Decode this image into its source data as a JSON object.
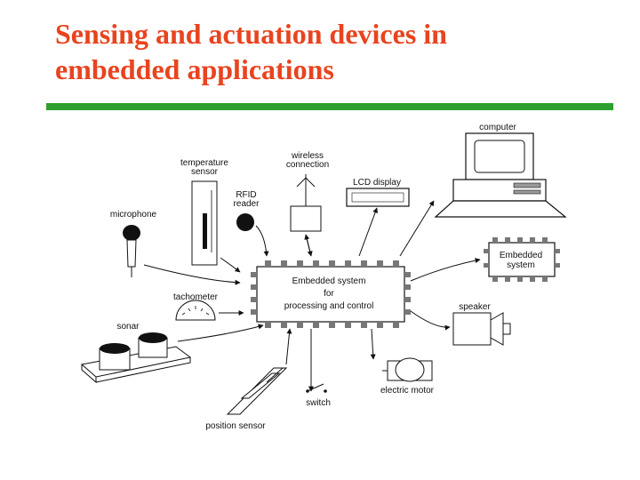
{
  "slide": {
    "title_line1": "Sensing and actuation devices in",
    "title_line2": "embedded applications",
    "rule_color": "#2fa02f",
    "title_color": "#e8441f"
  },
  "devices": {
    "computer": "computer",
    "temperature_sensor_1": "temperature",
    "temperature_sensor_2": "sensor",
    "wireless_1": "wireless",
    "wireless_2": "connection",
    "lcd_display": "LCD display",
    "rfid_1": "RFID",
    "rfid_2": "reader",
    "microphone": "microphone",
    "embedded_system_small_1": "Embedded",
    "embedded_system_small_2": "system",
    "tachometer": "tachometer",
    "sonar": "sonar",
    "speaker": "speaker",
    "electric_motor": "electric motor",
    "switch": "switch",
    "position_sensor": "position sensor"
  },
  "central_chip": {
    "line1": "Embedded system",
    "line2": "for",
    "line3": "processing and control"
  }
}
